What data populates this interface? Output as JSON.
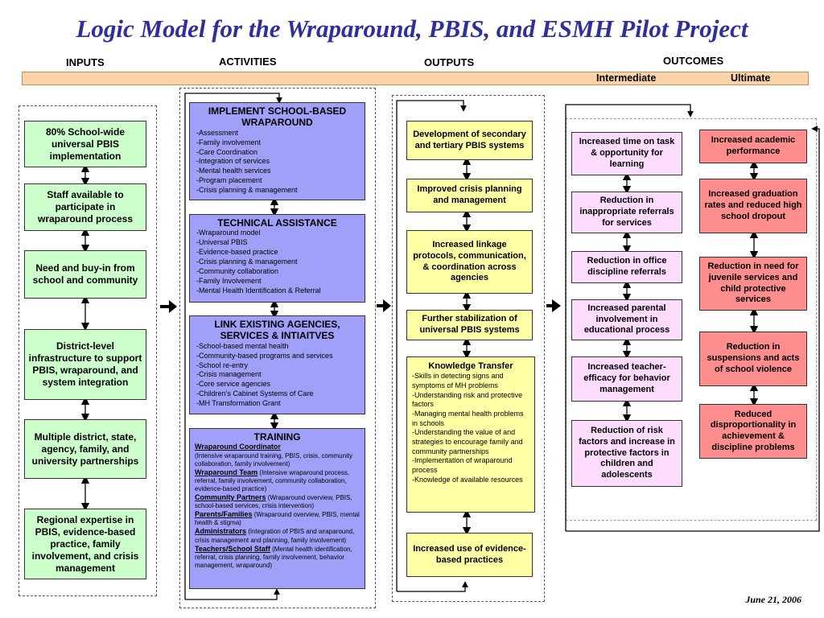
{
  "title": "Logic Model for the Wraparound, PBIS, and ESMH Pilot Project",
  "headers": {
    "inputs": "INPUTS",
    "activities": "ACTIVITIES",
    "outputs": "OUTPUTS",
    "outcomes": "OUTCOMES"
  },
  "band": {
    "intermediate": "Intermediate",
    "ultimate": "Ultimate"
  },
  "inputs": [
    "80% School-wide universal PBIS implementation",
    "Staff available to participate in wraparound process",
    "Need and buy-in from school and community",
    "District-level infrastructure to support PBIS, wraparound, and system integration",
    "Multiple district, state, agency, family, and university partnerships",
    "Regional expertise in PBIS, evidence-based practice, family involvement, and crisis management"
  ],
  "activities": {
    "implement": {
      "title": "IMPLEMENT SCHOOL-BASED WRAPAROUND",
      "items": [
        "-Assessment",
        "-Family involvement",
        "-Care Coordination",
        "-Integration of services",
        "-Mental health services",
        "-Program placement",
        "-Crisis planning & management"
      ]
    },
    "technical": {
      "title": "TECHNICAL ASSISTANCE",
      "items": [
        "-Wraparound model",
        "-Universal PBIS",
        "-Evidence-based practice",
        "-Crisis planning & management",
        "-Community collaboration",
        "-Family Involvement",
        "-Mental Health Identification & Referral"
      ]
    },
    "link": {
      "title": "LINK EXISTING AGENCIES, SERVICES & INTIAITVES",
      "items": [
        "-School-based mental health",
        "-Community-based programs and services",
        "-School re-entry",
        "-Crisis management",
        "-Core service agencies",
        "-Children’s Cabinet Systems of Care",
        "-MH Transformation Grant"
      ]
    },
    "training": {
      "title": "TRAINING",
      "items": [
        {
          "head": "Wraparound Coordinator",
          "text": "(Intensive wraparound training, PBIS, crisis, community collaboration, family involvement)"
        },
        {
          "head": "Wraparound Team",
          "text": "(Intensive wraparound process, referral, family involvement, community collaboration, evidence-based practice)"
        },
        {
          "head": "Community Partners",
          "text": "(Wraparound overview, PBIS, school-based services, crisis intervention)"
        },
        {
          "head": "Parents/Families",
          "text": "(Wraparound overview, PBIS, mental health & stigma)"
        },
        {
          "head": "Administrators",
          "text": "(Integration of PBIS and wraparound, crisis management and planning, family involvement)"
        },
        {
          "head": "Teachers/School Staff",
          "text": "(Mental health identification, referral, crisis planning, family involvement, behavior management, wraparound)"
        }
      ]
    }
  },
  "outputs": [
    "Development of secondary and tertiary PBIS systems",
    "Improved crisis planning and management",
    "Increased linkage protocols, communication, & coordination across agencies",
    "Further stabilization of universal PBIS systems"
  ],
  "knowledge": {
    "title": "Knowledge Transfer",
    "items": [
      "-Skills in detecting signs and symptoms of MH problems",
      "-Understanding risk and protective factors",
      "-Managing mental health problems in schools",
      "-Understanding the value of and strategies to encourage family and community partnerships",
      "-Implementation of wraparound process",
      "-Knowledge of available resources"
    ]
  },
  "output_last": "Increased use of evidence-based practices",
  "intermediate": [
    "Increased time on task & opportunity for learning",
    "Reduction in inappropriate referrals for services",
    "Reduction in office discipline referrals",
    "Increased parental involvement in educational process",
    "Increased teacher-efficacy for behavior management",
    "Reduction of risk factors and increase in protective factors in children and adolescents"
  ],
  "ultimate": [
    "Increased academic performance",
    "Increased graduation rates and reduced high school dropout",
    "Reduction in need for juvenile services and child protective services",
    "Reduction in suspensions and acts of school violence",
    "Reduced disproportionality in achievement & discipline problems"
  ],
  "date": "June 21, 2006",
  "colors": {
    "title": "#2e2f9b",
    "input": "#ccffcc",
    "activity": "#a0a0f8",
    "output": "#ffffa6",
    "intermediate": "#fddcfd",
    "ultimate": "#fe8e8e",
    "band": "#fbd3a8"
  }
}
